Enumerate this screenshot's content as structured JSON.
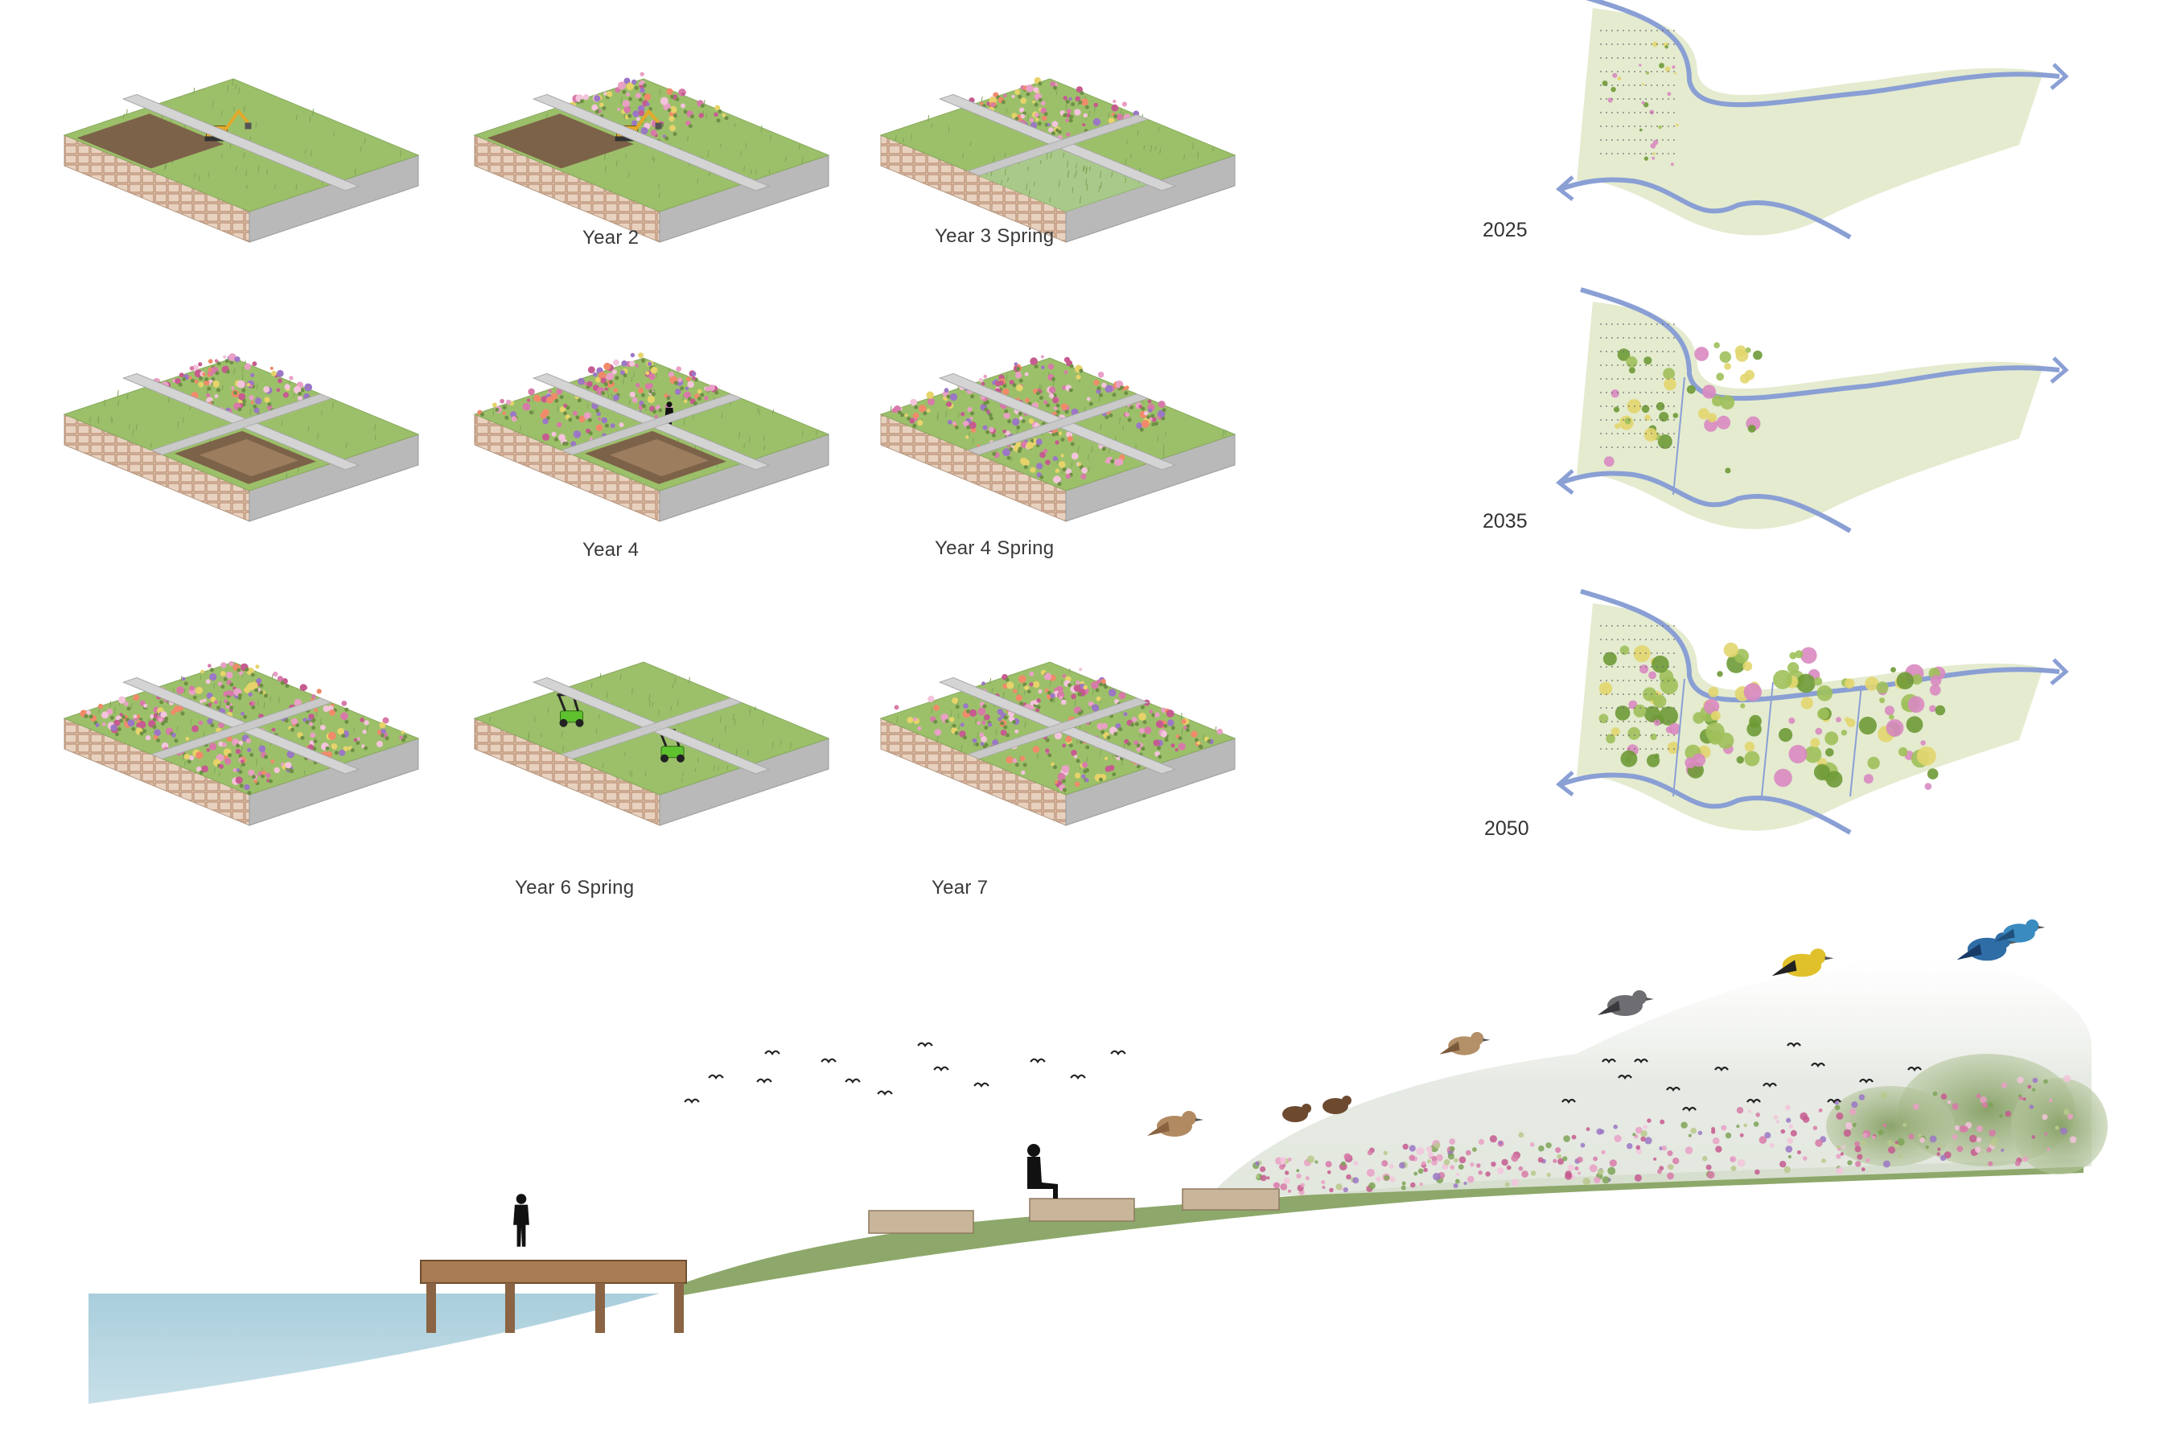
{
  "phases": [
    {
      "label": "",
      "state": "excavation"
    },
    {
      "label": "Year 2",
      "state": "excavation-meadow"
    },
    {
      "label": "Year 3 Spring",
      "state": "sown"
    },
    {
      "label": "",
      "state": "trench"
    },
    {
      "label": "Year 4",
      "state": "trench-grazing"
    },
    {
      "label": "Year 4 Spring",
      "state": "meadow-split"
    },
    {
      "label": "",
      "state": "full-meadow"
    },
    {
      "label": "Year 6 Spring",
      "state": "mowing"
    },
    {
      "label": "Year 7",
      "state": "mature-meadow"
    }
  ],
  "maps": [
    {
      "year": "2025"
    },
    {
      "year": "2035"
    },
    {
      "year": "2050"
    }
  ],
  "colors": {
    "grass": "#9cc06a",
    "meadow_pink": "#d77aa8",
    "water": "#a9cedc",
    "river": "#8a9fd4",
    "land": "#e4ebcf",
    "soil": "#7c6248",
    "deck": "#a87b52"
  },
  "icons": [
    "excavator-icon",
    "mower-icon",
    "person-icon",
    "bird-icon",
    "groundhog-icon"
  ]
}
